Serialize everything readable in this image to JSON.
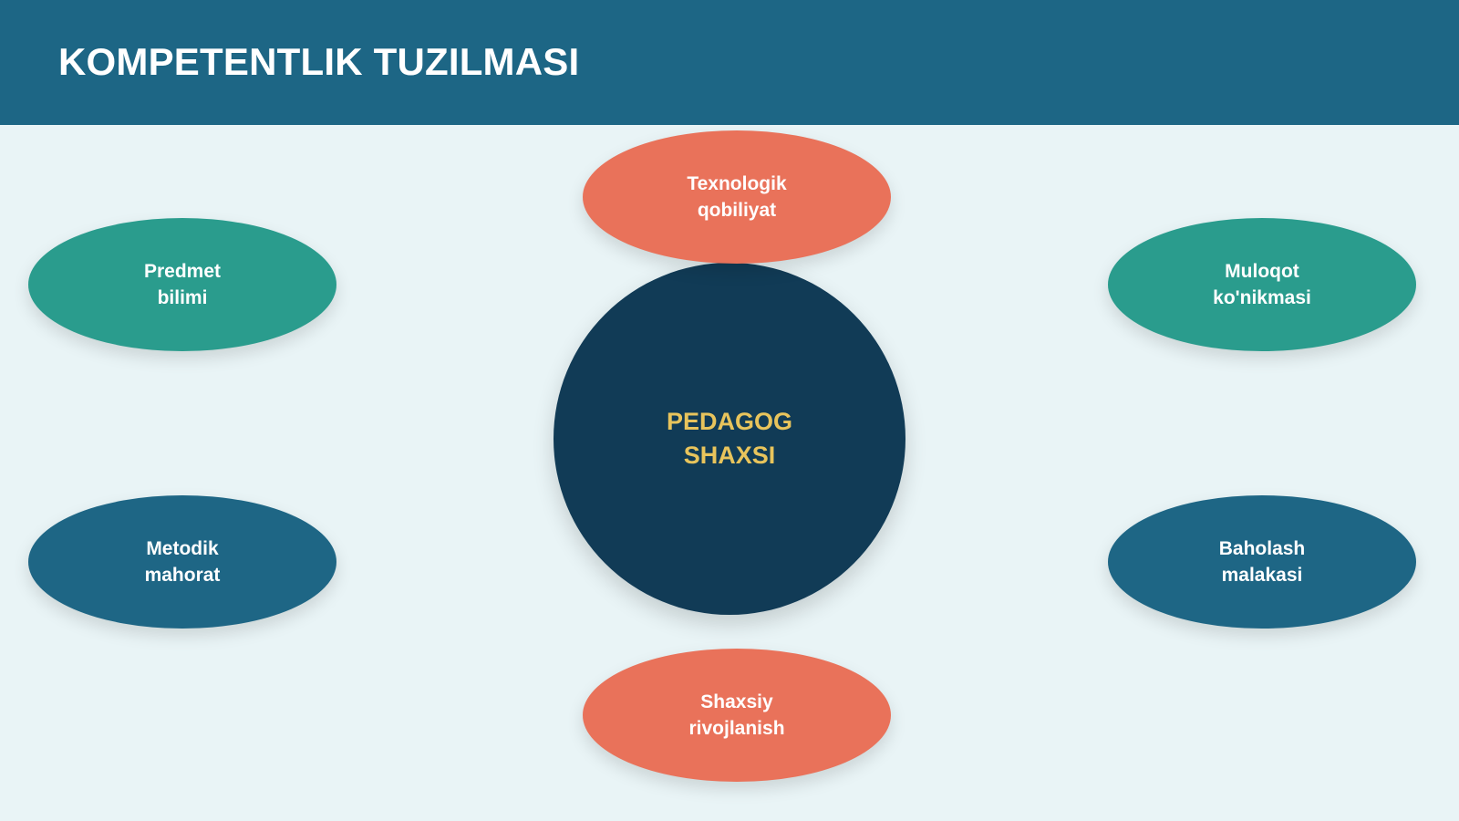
{
  "header": {
    "title": "KOMPETENTLIK TUZILMASI"
  },
  "colors": {
    "header_bg": "#1d6685",
    "background": "#e9f4f6",
    "center_bg": "#113b56",
    "center_text": "#e8c45c",
    "coral": "#e9725a",
    "teal": "#2a9c8d",
    "blue": "#1e6685"
  },
  "diagram": {
    "center": {
      "label": "PEDAGOG\nSHAXSI"
    },
    "nodes": [
      {
        "label": "Texnologik\nqobiliyat",
        "color": "#e9725a"
      },
      {
        "label": "Predmet\nbilimi",
        "color": "#2a9c8d"
      },
      {
        "label": "Muloqot\nko'nikmasi",
        "color": "#2a9c8d"
      },
      {
        "label": "Metodik\nmahorat",
        "color": "#1e6685"
      },
      {
        "label": "Baholash\nmalakasi",
        "color": "#1e6685"
      },
      {
        "label": "Shaxsiy\nrivojlanish",
        "color": "#e9725a"
      }
    ]
  }
}
